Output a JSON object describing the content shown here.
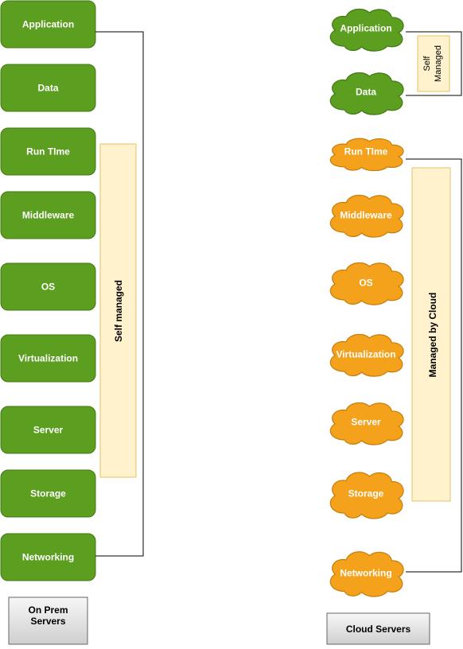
{
  "on_prem": {
    "layers": [
      {
        "label": "Application"
      },
      {
        "label": "Data"
      },
      {
        "label": "Run TIme"
      },
      {
        "label": "Middleware"
      },
      {
        "label": "OS"
      },
      {
        "label": "Virtualization"
      },
      {
        "label": "Server"
      },
      {
        "label": "Storage"
      },
      {
        "label": "Networking"
      }
    ],
    "bracket_label": "Self managed",
    "caption_line1": "On Prem",
    "caption_line2": "Servers"
  },
  "cloud": {
    "layers": [
      {
        "label": "Application"
      },
      {
        "label": "Data"
      },
      {
        "label": "Run TIme"
      },
      {
        "label": "Middleware"
      },
      {
        "label": "OS"
      },
      {
        "label": "Virtualization"
      },
      {
        "label": "Server"
      },
      {
        "label": "Storage"
      },
      {
        "label": "Networking"
      }
    ],
    "self_label_line1": "Self",
    "self_label_line2": "Managed",
    "managed_label": "Managed by Cloud",
    "caption": "Cloud Servers"
  },
  "colors": {
    "green_fill": "#5c9e1f",
    "green_stroke": "#3f7a12",
    "orange_fill": "#f4a21b",
    "orange_stroke": "#c77d0c",
    "note_fill": "#fff2cc",
    "note_stroke": "#e6c36a",
    "caption_fill": "#e6e6e6",
    "caption_stroke": "#666666"
  }
}
